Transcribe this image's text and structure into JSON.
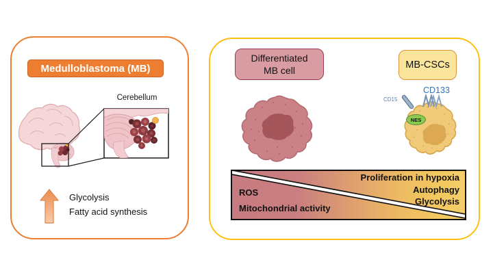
{
  "figure": {
    "left_panel": {
      "title": "Medulloblastoma (MB)",
      "inset_label": "Cerebellum",
      "upregulated": [
        "Glycolysis",
        "Fatty acid synthesis"
      ]
    },
    "right_panel": {
      "differentiated_label": "Differentiated\nMB cell",
      "csc_label": "MB-CSCs",
      "markers": {
        "cd15": "CD15",
        "cd133": "CD133",
        "nes": "NES"
      },
      "gradient_bar": {
        "left_items": [
          "ROS",
          "Mitochondrial activity"
        ],
        "right_items": [
          "Proliferation in hypoxia",
          "Autophagy",
          "Glycolysis"
        ]
      }
    },
    "colors": {
      "orange_accent": "#ED7D31",
      "gold_accent": "#FDC013",
      "rose_box": "#D99CA2",
      "rose_box_border": "#9C3A50",
      "yellow_box": "#FBE49B",
      "yellow_box_border": "#DA9139",
      "pink_cell": "#CB8286",
      "csc_cell": "#F0CA78",
      "nes_green": "#8DC94E",
      "marker_blue": "#2F74B5",
      "bar_left_color": "#C77B81",
      "bar_right_color": "#F3C95F"
    }
  }
}
